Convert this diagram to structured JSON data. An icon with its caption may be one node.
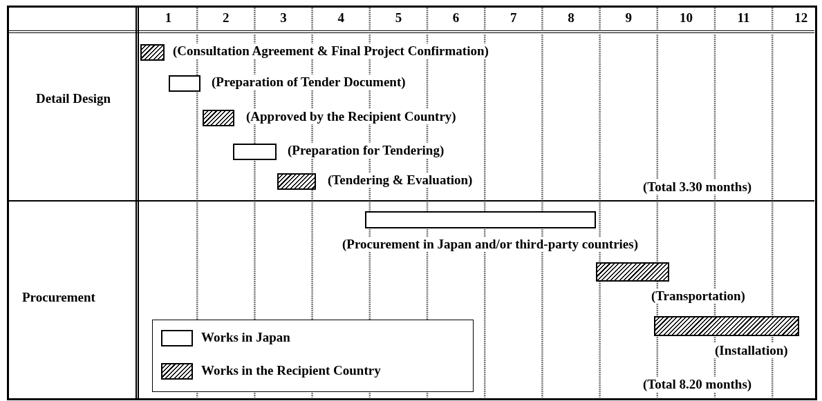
{
  "diagram": {
    "nodes": [
      {
        "text": [],
        "shape": "hatch",
        "beside": [
          "(Consultation Agreement & Final Project Confirmation)"
        ]
      },
      {
        "text": [],
        "shape": "bar",
        "beside": [
          "(Preparation of Tender Document)"
        ]
      },
      {
        "text": [],
        "shape": "hatch",
        "beside": [
          "(Approved by the Recipient Country)"
        ]
      },
      {
        "text": [],
        "shape": "bar",
        "beside": [
          "(Preparation for Tendering)"
        ]
      },
      {
        "text": [],
        "shape": "hatch",
        "beside": [
          "(Tendering & Evaluation)"
        ]
      },
      {
        "text": [],
        "shape": "bar",
        "beside": [
          "(Procurement in Japan and/or third-party countries)"
        ]
      },
      {
        "text": [],
        "shape": "hatch",
        "beside": [
          "(Transportation)"
        ]
      },
      {
        "text": [],
        "shape": "hatch",
        "beside": [
          "(Installation)"
        ]
      }
    ],
    "labels": [
      "1",
      "2",
      "3",
      "4",
      "5",
      "6",
      "7",
      "8",
      "9",
      "10",
      "11",
      "12",
      "Detail Design",
      "(Total 3.30 months)",
      "Procurement",
      "(Total 8.20 months)"
    ],
    "legend": [
      {
        "text": "Works in Japan"
      },
      {
        "text": "Works in the Recipient Country"
      }
    ]
  }
}
